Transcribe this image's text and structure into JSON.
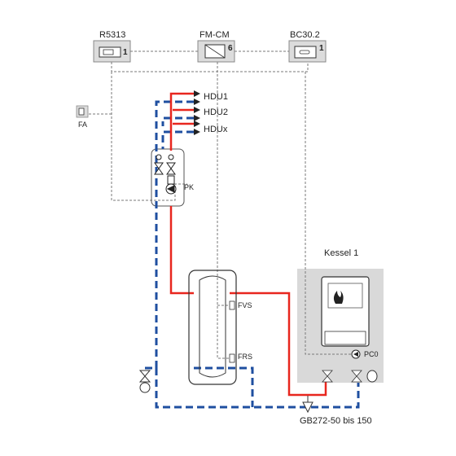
{
  "modules": {
    "r5313": {
      "label": "R5313",
      "number": "1"
    },
    "fmcm": {
      "label": "FM-CM",
      "number": "6"
    },
    "bc302": {
      "label": "BC30.2",
      "number": "1"
    }
  },
  "sensors": {
    "fa": "FA",
    "pk": "PK",
    "fvs": "FVS",
    "frs": "FRS",
    "pc0": "PC0"
  },
  "circuits": [
    "HDU1",
    "HDU2",
    "HDUx"
  ],
  "boiler": {
    "title": "Kessel 1",
    "model": "GB272-50 bis 150"
  },
  "colors": {
    "supply": "#e8261e",
    "return": "#1f4fa0",
    "signal": "#7a7a7a",
    "boiler_bg": "#d9d9d9",
    "module_bg": "#dcdcdc"
  }
}
